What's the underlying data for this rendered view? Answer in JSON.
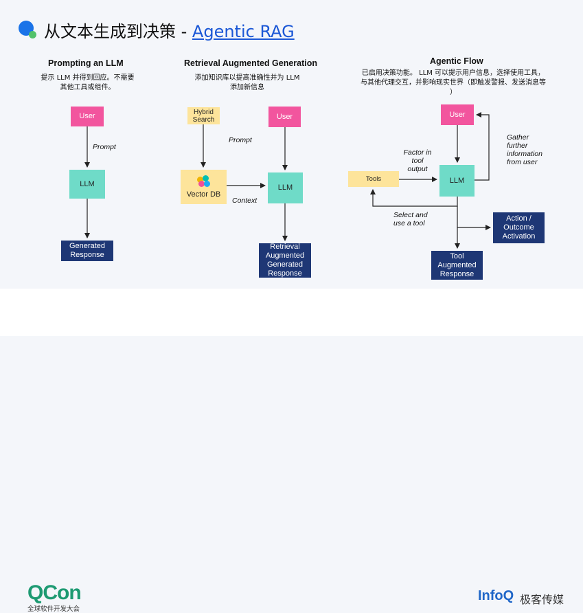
{
  "title": {
    "main": "从文本生成到决策 - ",
    "link": "Agentic RAG"
  },
  "sections": {
    "prompting": {
      "title": "Prompting an LLM",
      "desc_line1": "提示 LLM 并得到回应。不需要",
      "desc_line2": "其他工具或组件。",
      "user": "User",
      "llm": "LLM",
      "response_line1": "Generated",
      "response_line2": "Response",
      "prompt_label": "Prompt"
    },
    "rag": {
      "title": "Retrieval Augmented Generation",
      "desc_line1": "添加知识库以提高准确性并为 LLM",
      "desc_line2": "添加新信息",
      "hybrid_line1": "Hybrid",
      "hybrid_line2": "Search",
      "user": "User",
      "vectordb": "Vector DB",
      "llm": "LLM",
      "prompt_label": "Prompt",
      "context_label": "Context",
      "response_line1": "Retrieval",
      "response_line2": "Augmented",
      "response_line3": "Generated",
      "response_line4": "Response"
    },
    "agentic": {
      "title": "Agentic Flow",
      "desc_line1": "已启用决策功能。 LLM 可以提示用户信息，选择使用工具，",
      "desc_line2": "与其他代理交互，并影响现实世界（即触发警报、发送消息等",
      "desc_line3": "）",
      "user": "User",
      "llm": "LLM",
      "tools": "Tools",
      "factor_line1": "Factor in",
      "factor_line2": "tool",
      "factor_line3": "output",
      "gather_line1": "Gather",
      "gather_line2": "further",
      "gather_line3": "information",
      "gather_line4": "from user",
      "select_line1": "Select and",
      "select_line2": "use a tool",
      "action_line1": "Action /",
      "action_line2": "Outcome",
      "action_line3": "Activation",
      "tool_resp_line1": "Tool",
      "tool_resp_line2": "Augmented",
      "tool_resp_line3": "Response"
    }
  },
  "footer": {
    "qcon": "QCon",
    "qcon_sub": "全球软件开发大会",
    "infoq": "InfoQ",
    "infoq_cn": "极客传媒"
  },
  "colors": {
    "user": "#f2559e",
    "llm": "#6fdbc8",
    "response": "#1e3775",
    "tool": "#fde49b",
    "accent": "#1a73e8"
  }
}
